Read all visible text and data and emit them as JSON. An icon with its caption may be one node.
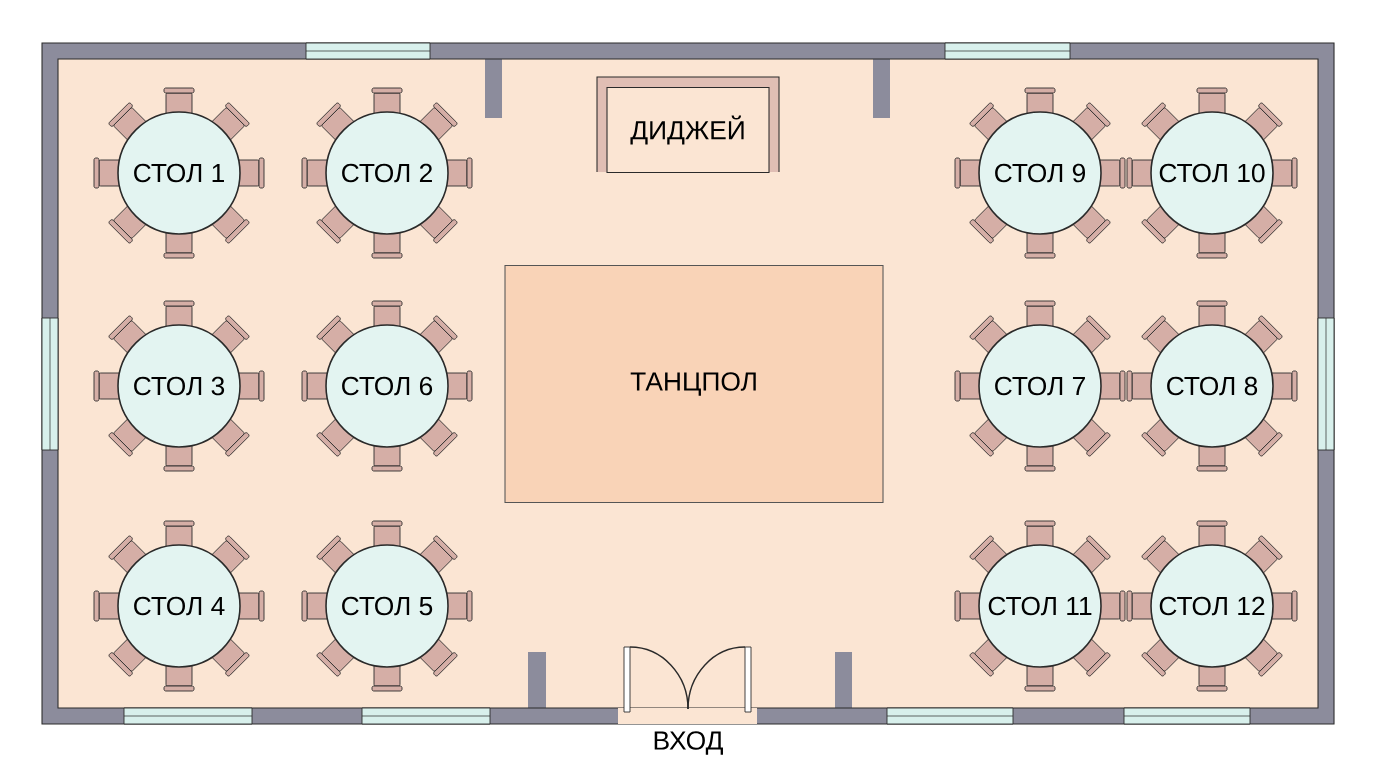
{
  "diagram": {
    "nodes": [
      {
        "text": [
          "СТОЛ 1"
        ]
      },
      {
        "text": [
          "СТОЛ 2"
        ]
      },
      {
        "text": [
          "ДИДЖЕЙ"
        ]
      },
      {
        "text": [
          "СТОЛ 9"
        ]
      },
      {
        "text": [
          "СТОЛ 10"
        ]
      },
      {
        "text": [
          "СТОЛ 3"
        ]
      },
      {
        "text": [
          "СТОЛ 6"
        ]
      },
      {
        "text": [
          "ТАНЦПОЛ"
        ]
      },
      {
        "text": [
          "СТОЛ 7"
        ]
      },
      {
        "text": [
          "СТОЛ 8"
        ]
      },
      {
        "text": [
          "СТОЛ 4"
        ]
      },
      {
        "text": [
          "СТОЛ 5"
        ]
      },
      {
        "text": [
          "СТОЛ 11"
        ]
      },
      {
        "text": [
          "СТОЛ 12"
        ]
      }
    ],
    "labels": [
      "ВХОД"
    ]
  }
}
